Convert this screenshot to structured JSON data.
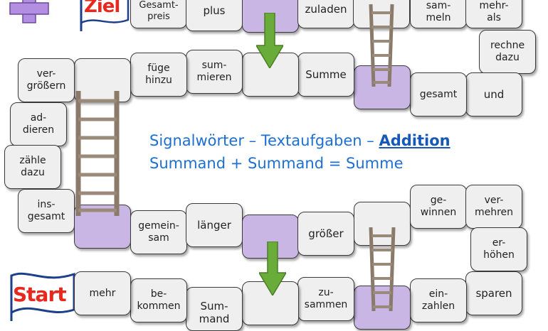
{
  "board": {
    "finish_label": "Ziel",
    "start_label": "Start",
    "title_prefix": "Signalwörter – Textaufgaben – ",
    "title_highlight": "Addition",
    "formula": "Summand + Summand = Summe",
    "colors": {
      "tile": "#efefef",
      "special_tile": "#c9b6e4",
      "ladder": "#8a7a6a",
      "arrow": "#6aac3a",
      "title": "#1d6fd1",
      "flag_text": "#e8281e",
      "flag_border": "#1c3f8a",
      "plus_sign": "#b48ee0"
    },
    "icons": [
      "plus-sign-icon",
      "ladder-icon",
      "down-arrow-icon",
      "flag-icon"
    ]
  },
  "tiles": {
    "t_top1": "Gesamt-\npreis",
    "t_top2": "plus",
    "t_top3": "",
    "t_top4": "zuladen",
    "t_top5": "",
    "t_top6": "sam-\nmeln",
    "t_top7": "mehr-\nals",
    "t_rechne": "rechne\ndazu",
    "t_und": "und",
    "t_gesamt": "gesamt",
    "t_purple_r1": "",
    "t_summe": "Summe",
    "t_blank_r1": "",
    "t_summieren": "sum-\nmieren",
    "t_fuege": "füge\nhinzu",
    "t_blank_r1b": "",
    "t_vergroessern": "ver-\ngrößern",
    "t_addieren": "ad-\ndieren",
    "t_zaehle": "zähle\ndazu",
    "t_insgesamt": "ins-\ngesamt",
    "t_purple_l": "",
    "t_gemeinsam": "gemein-\nsam",
    "t_laenger": "länger",
    "t_purple_m": "",
    "t_groesser": "größer",
    "t_blank_r2": "",
    "t_gewinnen": "ge-\nwinnen",
    "t_vermehren": "ver-\nmehren",
    "t_erhoehen": "er-\nhöhen",
    "t_sparen": "sparen",
    "t_einzahlen": "ein-\nzahlen",
    "t_purple_b": "",
    "t_zusammen": "zu-\nsammen",
    "t_blank_b": "",
    "t_summand": "Sum-\nmand",
    "t_bekommen": "be-\nkommen",
    "t_mehr": "mehr"
  }
}
